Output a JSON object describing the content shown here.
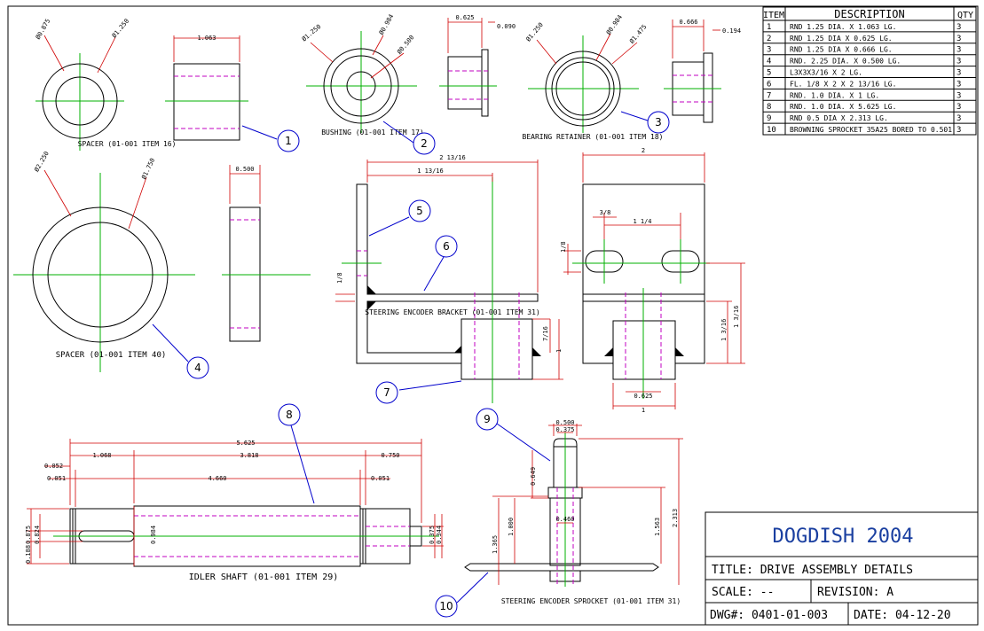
{
  "title_block": {
    "project": "DOGDISH 2004",
    "title": "TITLE: DRIVE ASSEMBLY DETAILS",
    "scale": "SCALE: --",
    "revision": "REVISION: A",
    "dwg": "DWG#: 0401-01-003",
    "date": "DATE: 04-12-20"
  },
  "bom": {
    "headers": [
      "ITEM",
      "DESCRIPTION",
      "QTY"
    ],
    "rows": [
      [
        "1",
        "RND 1.25 DIA. X 1.063 LG.",
        "3"
      ],
      [
        "2",
        "RND 1.25 DIA X 0.625 LG.",
        "3"
      ],
      [
        "3",
        "RND 1.25 DIA X 0.666 LG.",
        "3"
      ],
      [
        "4",
        "RND. 2.25 DIA. X 0.500 LG.",
        "3"
      ],
      [
        "5",
        "L3X3X3/16 X 2 LG.",
        "3"
      ],
      [
        "6",
        "FL. 1/8 X 2 X 2 13/16 LG.",
        "3"
      ],
      [
        "7",
        "RND. 1.0 DIA. X 1 LG.",
        "3"
      ],
      [
        "8",
        "RND. 1.0 DIA. X 5.625 LG.",
        "3"
      ],
      [
        "9",
        "RND 0.5 DIA X 2.313 LG.",
        "3"
      ],
      [
        "10",
        "BROWNING SPROCKET 35A25 BORED TO 0.501",
        "3"
      ]
    ]
  },
  "labels": {
    "spacer16": "SPACER (01-001 ITEM 16)",
    "bushing": "BUSHING (01-001 ITEM 17)",
    "retainer": "BEARING RETAINER (01-001 ITEM 18)",
    "spacer40": "SPACER (01-001 ITEM 40)",
    "bracket": "STEERING ENCODER BRACKET (01-001 ITEM 31)",
    "idler": "IDLER SHAFT (01-001 ITEM 29)",
    "sprocket": "STEERING ENCODER SPROCKET (01-001 ITEM 31)"
  },
  "balloons": [
    "1",
    "2",
    "3",
    "4",
    "5",
    "6",
    "7",
    "8",
    "9",
    "10"
  ],
  "dims": {
    "d1063": "1.063",
    "dia875": "Ø0.875",
    "dia1250": "Ø1.250",
    "dia1250b": "Ø1.250",
    "dia0984": "Ø0.984",
    "dia0500": "Ø0.500",
    "d0625": "0.625",
    "d0090": "0.090",
    "dia1250c": "Ø1.250",
    "dia0984b": "Ø0.984",
    "dia1475": "Ø1.475",
    "d0666": "0.666",
    "d0194": "0.194",
    "dia2250": "Ø2.250",
    "dia1750": "Ø1.750",
    "d0500": "0.500",
    "d2_13_16": "2 13/16",
    "d1_13_16": "1 13/16",
    "d2": "2",
    "d1": "1",
    "d1_1_4": "1 1/4",
    "d3_8": "3/8",
    "d1_8": "1/8",
    "d13_16": "1 3/16",
    "d1b": "1",
    "d7_16": "7/16",
    "d1_3_16b": "1 3/16",
    "d0625b": "0.625",
    "d1c": "1",
    "d5625": "5.625",
    "d1068": "1.068",
    "d3818": "3.818",
    "d0750": "0.750",
    "d0052": "0.052",
    "d0051": "0.051",
    "d4660": "4.660",
    "d0051b": "0.051",
    "d0875": "0.875",
    "d0824": "0.824",
    "d0188": "0.188",
    "d0984": "0.984",
    "d0375": "0.375",
    "d0344": "0.344",
    "d0500b": "0.500",
    "d0375b": "0.375",
    "d0649": "0.649",
    "d1000": "1.000",
    "d0460": "0.460",
    "d1365": "1.365",
    "d1563": "1.563",
    "d2313": "2.313"
  },
  "colors": {
    "centerline": "#00b000",
    "hidden": "#c000c0",
    "dimension": "#d00000",
    "leader": "#0000cc",
    "object": "#000000",
    "title": "#1a3fa0"
  }
}
